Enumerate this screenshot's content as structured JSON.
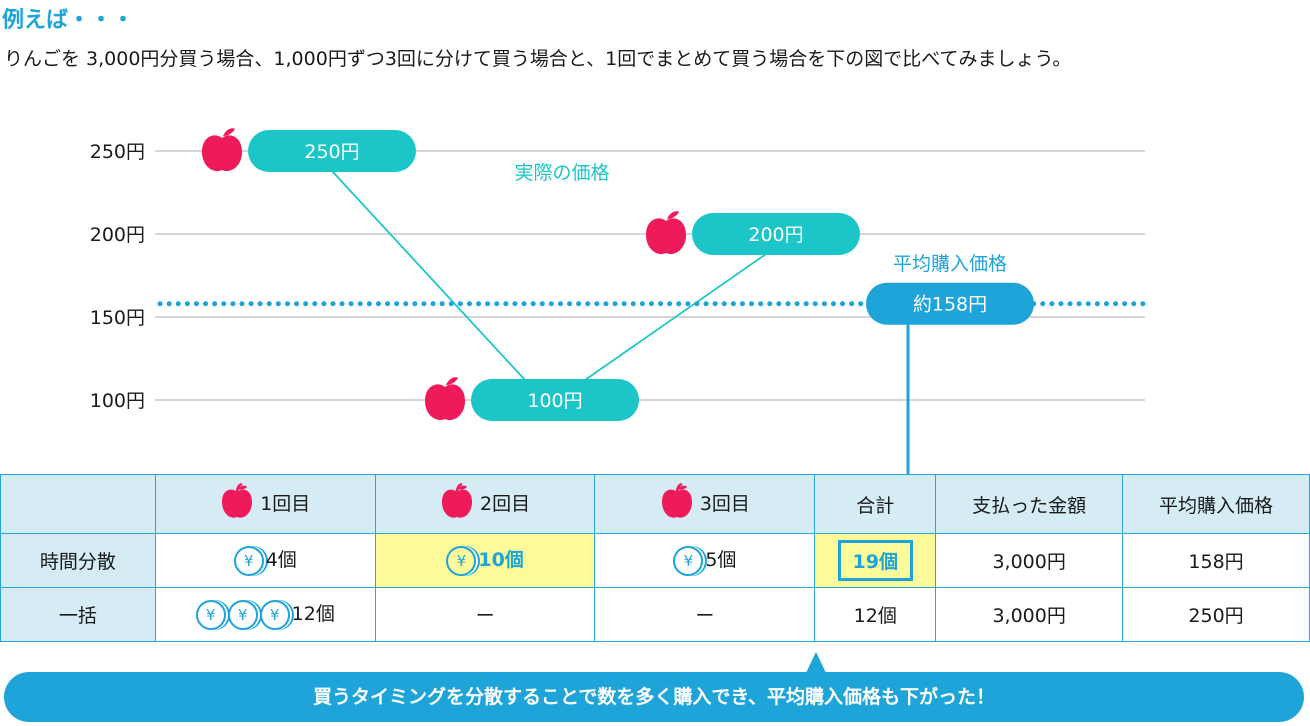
{
  "heading": "例えば・・・",
  "intro": "りんごを 3,000円分買う場合、1,000円ずつ3回に分けて買う場合と、1回でまとめて買う場合を下の図で比べてみましょう。",
  "colors": {
    "accent": "#1ea4d8",
    "teal": "#1cc6c8",
    "apple": "#ee1a5a",
    "grid": "#c8c8c8",
    "highlight": "#fdfa9a",
    "header_bg": "#d6ecf4"
  },
  "chart_data": {
    "type": "line",
    "y_ticks": [
      "250円",
      "200円",
      "150円",
      "100円"
    ],
    "y_values": [
      250,
      200,
      150,
      100
    ],
    "ylim": [
      100,
      250
    ],
    "series": [
      {
        "name": "実際の価格",
        "values": [
          250,
          100,
          200
        ],
        "labels": [
          "250円",
          "100円",
          "200円"
        ]
      }
    ],
    "average": {
      "name": "平均購入価格",
      "value": 158,
      "label": "約158円"
    },
    "grid": true
  },
  "table": {
    "headers": [
      "",
      "1回目",
      "2回目",
      "3回目",
      "合計",
      "支払った金額",
      "平均購入価格"
    ],
    "rows": [
      {
        "label": "時間分散",
        "cells": [
          "4個",
          "10個",
          "5個",
          "19個",
          "3,000円",
          "158円"
        ]
      },
      {
        "label": "一括",
        "cells": [
          "12個",
          "ー",
          "ー",
          "12個",
          "3,000円",
          "250円"
        ]
      }
    ],
    "yen_symbol": "¥"
  },
  "banner": "買うタイミングを分散することで数を多く購入でき、平均購入価格も下がった！"
}
